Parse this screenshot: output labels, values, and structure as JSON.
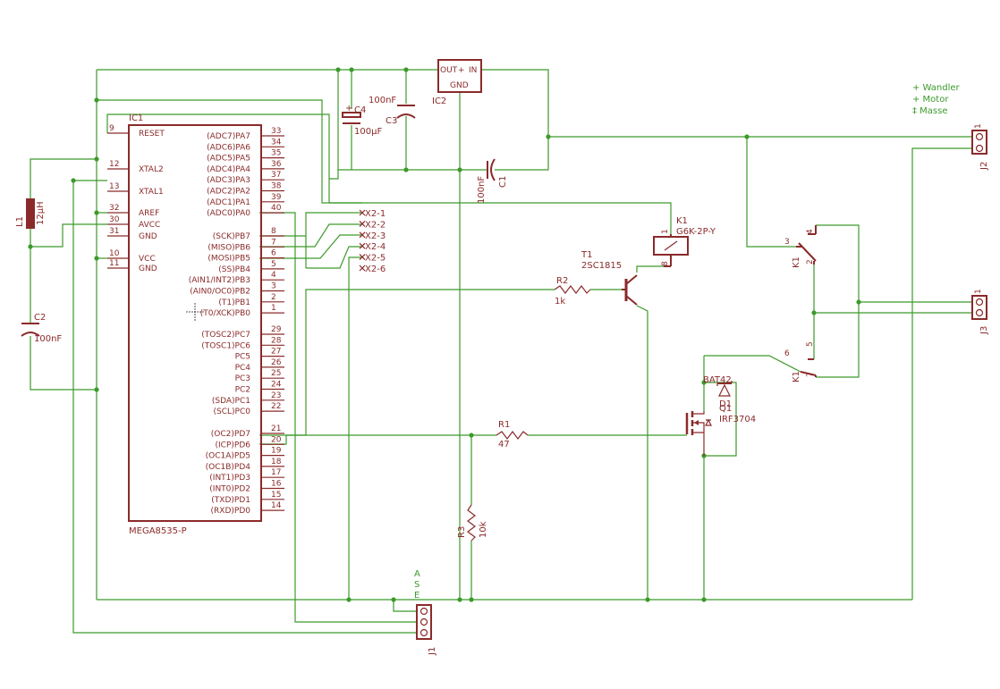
{
  "ic1": {
    "name": "IC1",
    "value": "MEGA8535-P",
    "left_pins": [
      {
        "num": "9",
        "label": "RESET"
      },
      {
        "num": "12",
        "label": "XTAL2"
      },
      {
        "num": "13",
        "label": "XTAL1"
      },
      {
        "num": "32",
        "label": "AREF"
      },
      {
        "num": "30",
        "label": "AVCC"
      },
      {
        "num": "31",
        "label": "GND"
      },
      {
        "num": "10",
        "label": "VCC"
      },
      {
        "num": "11",
        "label": "GND"
      }
    ],
    "right_pins": [
      {
        "num": "33",
        "label": "(ADC7)PA7"
      },
      {
        "num": "34",
        "label": "(ADC6)PA6"
      },
      {
        "num": "35",
        "label": "(ADC5)PA5"
      },
      {
        "num": "36",
        "label": "(ADC4)PA4"
      },
      {
        "num": "37",
        "label": "(ADC3)PA3"
      },
      {
        "num": "38",
        "label": "(ADC2)PA2"
      },
      {
        "num": "39",
        "label": "(ADC1)PA1"
      },
      {
        "num": "40",
        "label": "(ADC0)PA0"
      },
      {
        "num": "8",
        "label": "(SCK)PB7"
      },
      {
        "num": "7",
        "label": "(MISO)PB6"
      },
      {
        "num": "6",
        "label": "(MOSI)PB5"
      },
      {
        "num": "5",
        "label": "(SS)PB4"
      },
      {
        "num": "4",
        "label": "(AIN1/INT2)PB3"
      },
      {
        "num": "3",
        "label": "(AIN0/OC0)PB2"
      },
      {
        "num": "2",
        "label": "(T1)PB1"
      },
      {
        "num": "1",
        "label": "(T0/XCK)PB0"
      },
      {
        "num": "29",
        "label": "(TOSC2)PC7"
      },
      {
        "num": "28",
        "label": "(TOSC1)PC6"
      },
      {
        "num": "27",
        "label": "PC5"
      },
      {
        "num": "26",
        "label": "PC4"
      },
      {
        "num": "25",
        "label": "PC3"
      },
      {
        "num": "24",
        "label": "PC2"
      },
      {
        "num": "23",
        "label": "(SDA)PC1"
      },
      {
        "num": "22",
        "label": "(SCL)PC0"
      },
      {
        "num": "21",
        "label": "(OC2)PD7"
      },
      {
        "num": "20",
        "label": "(ICP)PD6"
      },
      {
        "num": "19",
        "label": "(OC1A)PD5"
      },
      {
        "num": "18",
        "label": "(OC1B)PD4"
      },
      {
        "num": "17",
        "label": "(INT1)PD3"
      },
      {
        "num": "16",
        "label": "(INT0)PD2"
      },
      {
        "num": "15",
        "label": "(TXD)PD1"
      },
      {
        "num": "14",
        "label": "(RXD)PD0"
      }
    ]
  },
  "parts": {
    "ic2_name": "IC2",
    "ic2_out": "OUT",
    "ic2_in": "IN",
    "ic2_gnd": "GND",
    "c3_name": "C3",
    "c3_value": "100nF",
    "c4_name": "C4",
    "c4_value": "100µF",
    "c1_name": "C1",
    "c1_value": "100nF",
    "c2_name": "C2",
    "c2_value": "100nF",
    "l1_name": "L1",
    "l1_value": "12µH",
    "k1_name": "K1",
    "k1_value": "G6K-2P-Y",
    "k1_coil_pin1": "1",
    "k1_coil_pin8": "8",
    "t1_name": "T1",
    "t1_value": "2SC1815",
    "r2_name": "R2",
    "r2_value": "1k",
    "r1_name": "R1",
    "r1_value": "47",
    "r3_name": "R3",
    "r3_value": "10k",
    "q1_name": "Q1",
    "q1_value": "IRF3704",
    "d1_name": "D1",
    "d1_value": "BAT42",
    "k1_sw_name": "K1",
    "k1_sw1_pins": [
      "3",
      "4",
      "2"
    ],
    "k1_sw2_pins": [
      "6",
      "5",
      "7"
    ]
  },
  "connectors": {
    "x2": [
      "X2-1",
      "X2-2",
      "X2-3",
      "X2-4",
      "X2-5",
      "X2-6"
    ],
    "j1_name": "J1",
    "j1_labels": [
      "A",
      "S",
      "E"
    ],
    "j2_name": "J2",
    "j3_name": "J3",
    "j2_pin1": "1",
    "j3_pin1": "1"
  },
  "legend": {
    "lines": [
      "+ Wandler",
      "+ Motor",
      "‡ Masse"
    ]
  },
  "colors": {
    "wire": "#3c9a2a",
    "part": "#8b2a2a"
  }
}
